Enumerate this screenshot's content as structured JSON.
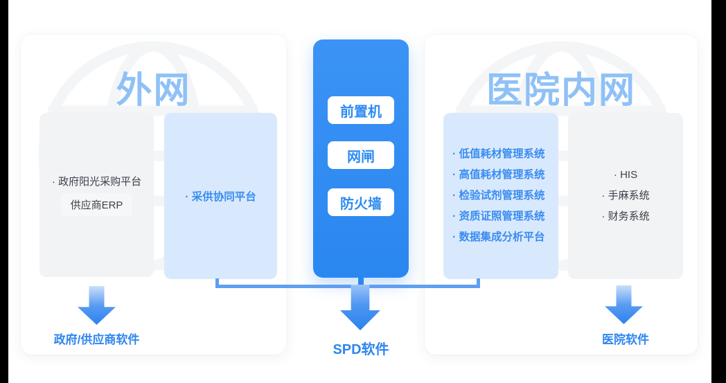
{
  "diagram": {
    "external_panel": {
      "title": "外网",
      "gov_box": {
        "line1": "· 政府阳光采购平台",
        "chip": "供应商ERP"
      },
      "supply_box": {
        "label": "· 采供协同平台"
      },
      "arrow_label": "政府/供应商软件"
    },
    "gateway_pillar": {
      "buttons": [
        "前置机",
        "网闸",
        "防火墙"
      ],
      "arrow_label": "SPD软件"
    },
    "hospital_panel": {
      "title": "医院内网",
      "spd_systems": [
        "· 低值耗材管理系统",
        "· 高值耗材管理系统",
        "· 检验试剂管理系统",
        "· 资质证照管理系统",
        "· 数据集成分析平台"
      ],
      "hospital_systems": [
        "· HIS",
        "· 手麻系统",
        "· 财务系统"
      ],
      "arrow_label": "医院软件"
    },
    "colors": {
      "title_blue": "#8fc1f6",
      "item_blue": "#3a8cf0",
      "pillar_blue": "#2e8bf2",
      "label_blue": "#2f86ee",
      "connector_blue": "#5f9ff2",
      "box_gray": "#f1f3f5",
      "box_light_blue": "#d9e9fd",
      "text_dark": "#3b4148",
      "watermark_gray": "#f3f5f7"
    }
  }
}
